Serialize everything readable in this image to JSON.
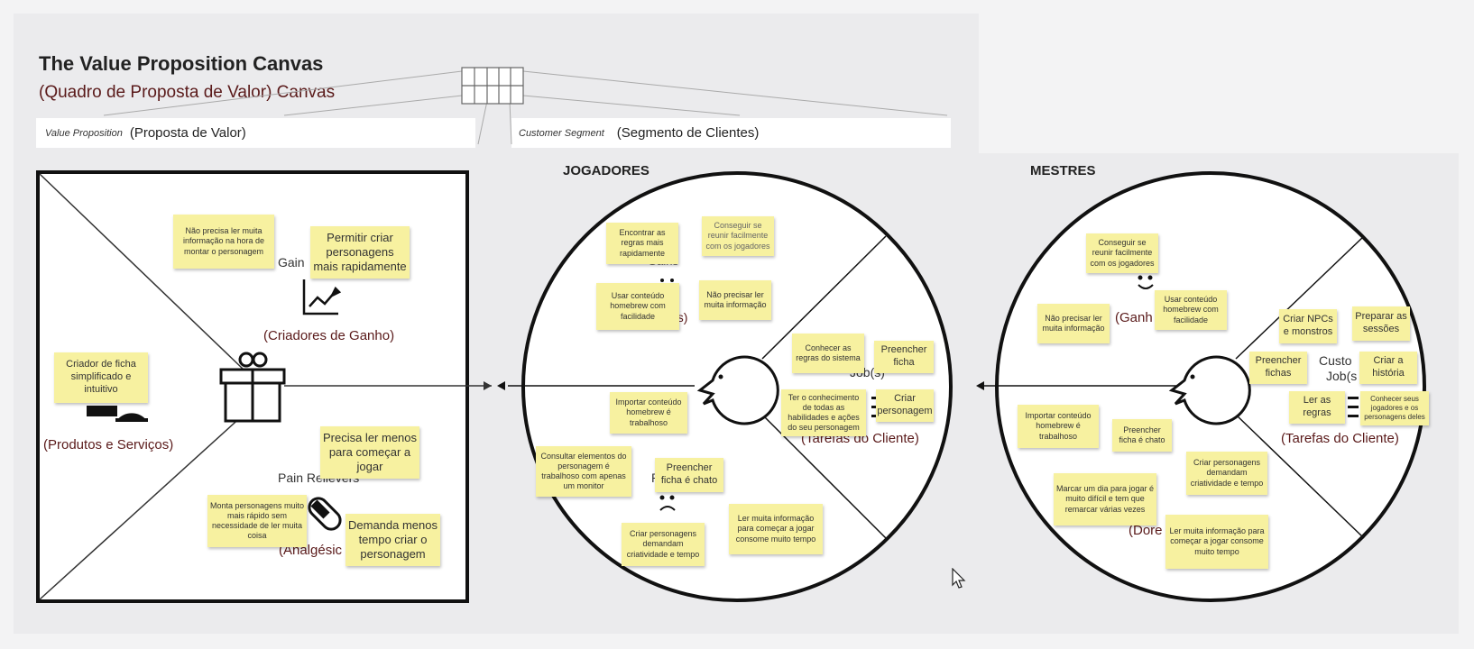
{
  "header": {
    "title": "The Value Proposition Canvas",
    "subtitle": "(Quadro de Proposta de Valor) Canvas",
    "value_prop_small": "Value Proposition",
    "value_prop_label": "(Proposta de Valor)",
    "customer_segment_small": "Customer Segment",
    "customer_segment_label": "(Segmento de Clientes)"
  },
  "value_map": {
    "gain_creators_partial": "Gain",
    "gain_creators_label": "(Criadores de Ganho)",
    "products_label": "(Produtos e Serviços)",
    "pain_relievers_label": "Pain Relievers",
    "pain_relievers_partial": "(Analgésic",
    "notes": {
      "gain1": "Não precisa ler muita informação na hora de montar o personagem",
      "gain2": "Permitir criar personagens mais rapidamente",
      "product1": "Criador de ficha simplificado e intuitivo",
      "pain1": "Precisa ler menos para começar a jogar",
      "pain2": "Monta personagens muito mais rápido sem necessidade de ler muita coisa",
      "pain3": "Demanda menos tempo criar o personagem"
    }
  },
  "jogadores": {
    "section_title": "JOGADORES",
    "partial_gains": "Gains",
    "partial_gains2": "os)",
    "partial_jobs": "Job(s)",
    "partial_tasks": "(Tarefas do Cliente)",
    "partial_pains": "P",
    "notes": {
      "g1": "Encontrar as regras mais rapidamente",
      "g2": "Conseguir se reunir facilmente com os jogadores",
      "g3": "Usar conteúdo homebrew com facilidade",
      "g4": "Não precisar ler muita informação",
      "j1": "Conhecer as regras do sistema",
      "j2": "Preencher ficha",
      "j3": "Ter o conhecimento de todas as habilidades e ações do seu personagem",
      "j4": "Criar personagem",
      "p1": "Importar conteúdo homebrew é trabalhoso",
      "p2": "Consultar elementos do personagem é trabalhoso com apenas um monitor",
      "p3": "Preencher ficha é chato",
      "p4": "Criar personagens demandam criatividade e tempo",
      "p5": "Ler muita informação para começar a jogar consome muito tempo"
    }
  },
  "mestres": {
    "section_title": "MESTRES",
    "partial_gains": "(Ganh",
    "partial_cust": "Custo",
    "partial_jobs": "Job(s",
    "partial_tasks": "(Tarefas do Cliente)",
    "partial_pains": "(Dore",
    "notes": {
      "g1": "Conseguir se reunir facilmente com os jogadores",
      "g2": "Não precisar ler muita informação",
      "g3": "Usar conteúdo homebrew com facilidade",
      "j1": "Criar NPCs e monstros",
      "j2": "Preparar as sessões",
      "j3": "Preencher fichas",
      "j4": "Criar a história",
      "j5": "Ler as regras",
      "j6": "Conhecer seus jogadores e os personagens deles",
      "p1": "Importar conteúdo homebrew é trabalhoso",
      "p2": "Preencher ficha é chato",
      "p3": "Criar personagens demandam criatividade e tempo",
      "p4": "Marcar um dia para jogar é muito difícil e tem que remarcar várias vezes",
      "p5": "Ler muita informação para começar a jogar consome muito tempo"
    }
  },
  "colors": {
    "note": "#f7f1a0",
    "board": "#ebebed",
    "subtitle": "#5a1a1a"
  }
}
